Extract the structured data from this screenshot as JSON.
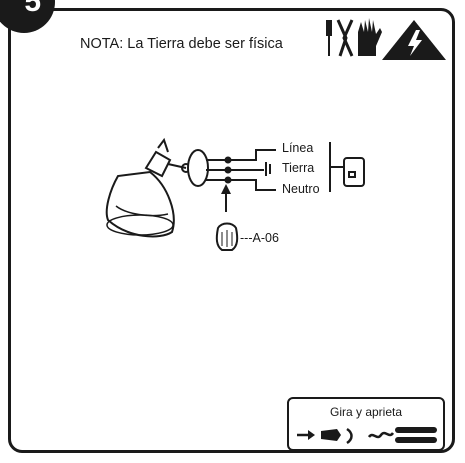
{
  "step": {
    "number": "5"
  },
  "note": "NOTA: La Tierra debe ser física",
  "icons": [
    "tools-icon",
    "glove-icon",
    "electric-hazard-icon"
  ],
  "wiring": {
    "labels": [
      "Línea",
      "Tierra",
      "Neutro"
    ],
    "connector_ref": "---A-06"
  },
  "legend": {
    "title": "Gira y aprieta"
  }
}
